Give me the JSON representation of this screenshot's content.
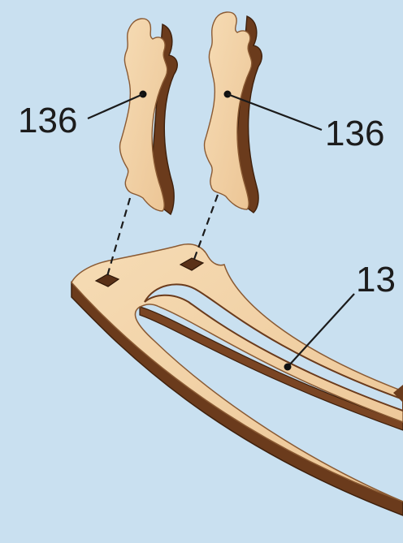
{
  "diagram": {
    "background_color": "#c9e0f0",
    "wood_face_color": "#f2d2a8",
    "wood_edge_color": "#6b3b1c",
    "parts": [
      {
        "id": "left-upright",
        "label": "136"
      },
      {
        "id": "right-upright",
        "label": "136"
      },
      {
        "id": "base-arc",
        "label": "13"
      }
    ]
  }
}
